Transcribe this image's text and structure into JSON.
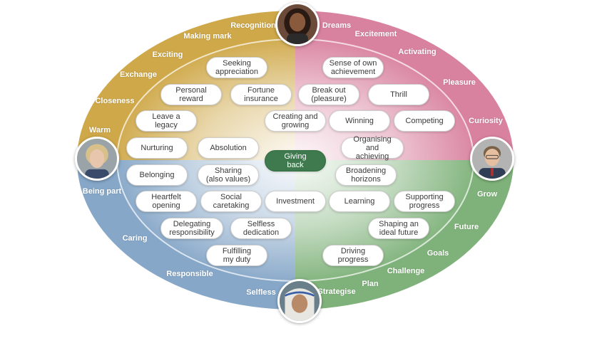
{
  "colors": {
    "top_left": "#cfa849",
    "top_right": "#d982a0",
    "bottom_left": "#86a7c8",
    "bottom_right": "#7fb27a",
    "center_button": "#3f7a4f"
  },
  "portraits": {
    "top": "woman-portrait-top",
    "left": "woman-portrait-left",
    "right": "man-portrait-right",
    "bottom": "elderly-woman-portrait-bottom"
  },
  "outer_labels": {
    "recognition": "Recognition",
    "making_mark": "Making mark",
    "exciting": "Exciting",
    "exchange": "Exchange",
    "closeness": "Closeness",
    "warm": "Warm",
    "dreams": "Dreams",
    "excitement": "Excitement",
    "activating": "Activating",
    "pleasure": "Pleasure",
    "curiosity": "Curiosity",
    "being_part": "Being part",
    "caring": "Caring",
    "responsible": "Responsible",
    "selfless": "Selfless",
    "grow": "Grow",
    "future": "Future",
    "goals": "Goals",
    "challenge": "Challenge",
    "plan": "Plan",
    "strategise": "Strategise"
  },
  "pills": {
    "seeking_appreciation": "Seeking\nappreciation",
    "personal_reward": "Personal\nreward",
    "fortune_insurance": "Fortune\ninsurance",
    "leave_a_legacy": "Leave a\nlegacy",
    "nurturing": "Nurturing",
    "absolution": "Absolution",
    "sense_of_own_achievement": "Sense of own\nachievement",
    "break_out": "Break out\n(pleasure)",
    "thrill": "Thrill",
    "creating_and_growing": "Creating and\ngrowing",
    "winning": "Winning",
    "competing": "Competing",
    "organising_and_achieving": "Organising and\nachieving",
    "giving_back": "Giving\nback",
    "belonging": "Belonging",
    "sharing": "Sharing\n(also values)",
    "heartfelt_opening": "Heartfelt\nopening",
    "social_caretaking": "Social\ncaretaking",
    "investment": "Investment",
    "delegating_responsibility": "Delegating\nresponsibility",
    "selfless_dedication": "Selfless\ndedication",
    "fulfilling_my_duty": "Fulfilling\nmy duty",
    "broadening_horizons": "Broadening\nhorizons",
    "learning": "Learning",
    "supporting_progress": "Supporting\nprogress",
    "shaping_an_ideal_future": "Shaping an\nideal future",
    "driving_progress": "Driving\nprogress"
  }
}
